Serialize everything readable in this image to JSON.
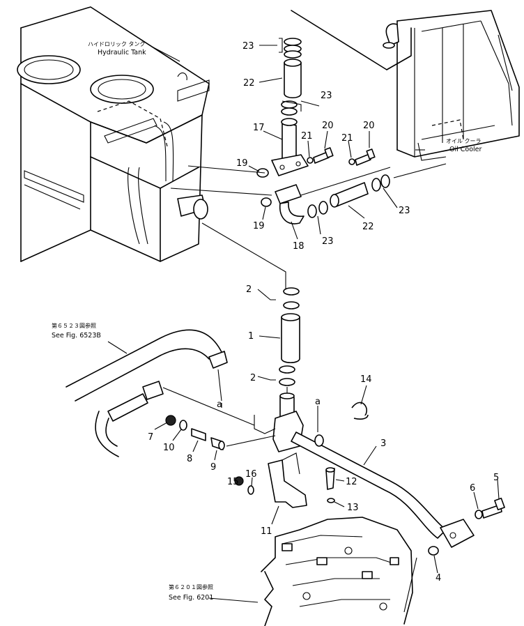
{
  "labels": {
    "hydraulic_tank_jp": "ハイドロリック タンク",
    "hydraulic_tank": "Hydraulic Tank",
    "oil_cooler_jp": "オイル クーラ",
    "oil_cooler": "Oil Cooler",
    "see_6523_jp": "第６５２３図参照",
    "see_6523": "See Fig. 6523B",
    "see_6201_jp": "第６２０１図参照",
    "see_6201": "See Fig. 6201",
    "connector_a": "a"
  },
  "callouts": [
    {
      "id": "c23a",
      "text": "23"
    },
    {
      "id": "c22a",
      "text": "22"
    },
    {
      "id": "c23b",
      "text": "23"
    },
    {
      "id": "c17",
      "text": "17"
    },
    {
      "id": "c21a",
      "text": "21"
    },
    {
      "id": "c20a",
      "text": "20"
    },
    {
      "id": "c21b",
      "text": "21"
    },
    {
      "id": "c20b",
      "text": "20"
    },
    {
      "id": "c19a",
      "text": "19"
    },
    {
      "id": "c19b",
      "text": "19"
    },
    {
      "id": "c18",
      "text": "18"
    },
    {
      "id": "c23c",
      "text": "23"
    },
    {
      "id": "c22b",
      "text": "22"
    },
    {
      "id": "c23d",
      "text": "23"
    },
    {
      "id": "c2a",
      "text": "2"
    },
    {
      "id": "c1",
      "text": "1"
    },
    {
      "id": "c2b",
      "text": "2"
    },
    {
      "id": "c14",
      "text": "14"
    },
    {
      "id": "c3",
      "text": "3"
    },
    {
      "id": "c7",
      "text": "7"
    },
    {
      "id": "c10",
      "text": "10"
    },
    {
      "id": "c8",
      "text": "8"
    },
    {
      "id": "c9",
      "text": "9"
    },
    {
      "id": "c15",
      "text": "15"
    },
    {
      "id": "c16",
      "text": "16"
    },
    {
      "id": "c12",
      "text": "12"
    },
    {
      "id": "c13",
      "text": "13"
    },
    {
      "id": "c11",
      "text": "11"
    },
    {
      "id": "c6",
      "text": "6"
    },
    {
      "id": "c5",
      "text": "5"
    },
    {
      "id": "c4",
      "text": "4"
    }
  ]
}
